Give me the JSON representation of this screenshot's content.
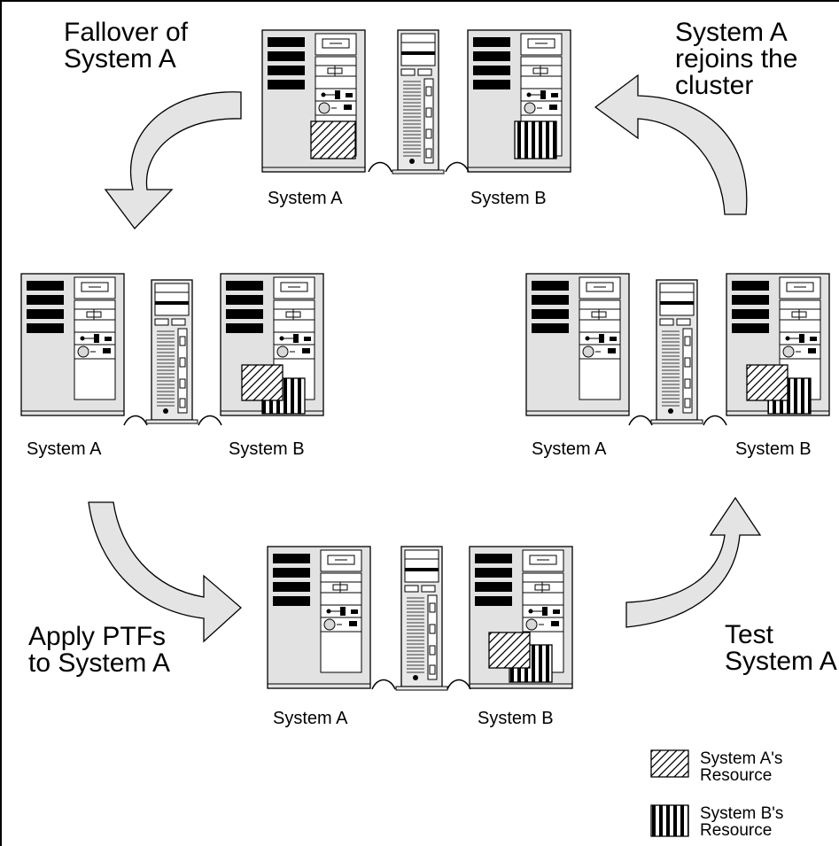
{
  "steps": {
    "failover": [
      "Fallover of",
      "System A"
    ],
    "rejoin": [
      "System A",
      "rejoins the",
      "cluster"
    ],
    "apply": [
      "Apply PTFs",
      "to System A"
    ],
    "test": [
      "Test",
      "System A"
    ]
  },
  "clusters": {
    "top": {
      "system_a": "System A",
      "system_b": "System B"
    },
    "left": {
      "system_a": "System A",
      "system_b": "System B"
    },
    "right": {
      "system_a": "System A",
      "system_b": "System B"
    },
    "bottom": {
      "system_a": "System A",
      "system_b": "System B"
    }
  },
  "legend": {
    "a_resource": [
      "System A's",
      "Resource"
    ],
    "b_resource": [
      "System B's",
      "Resource"
    ]
  }
}
